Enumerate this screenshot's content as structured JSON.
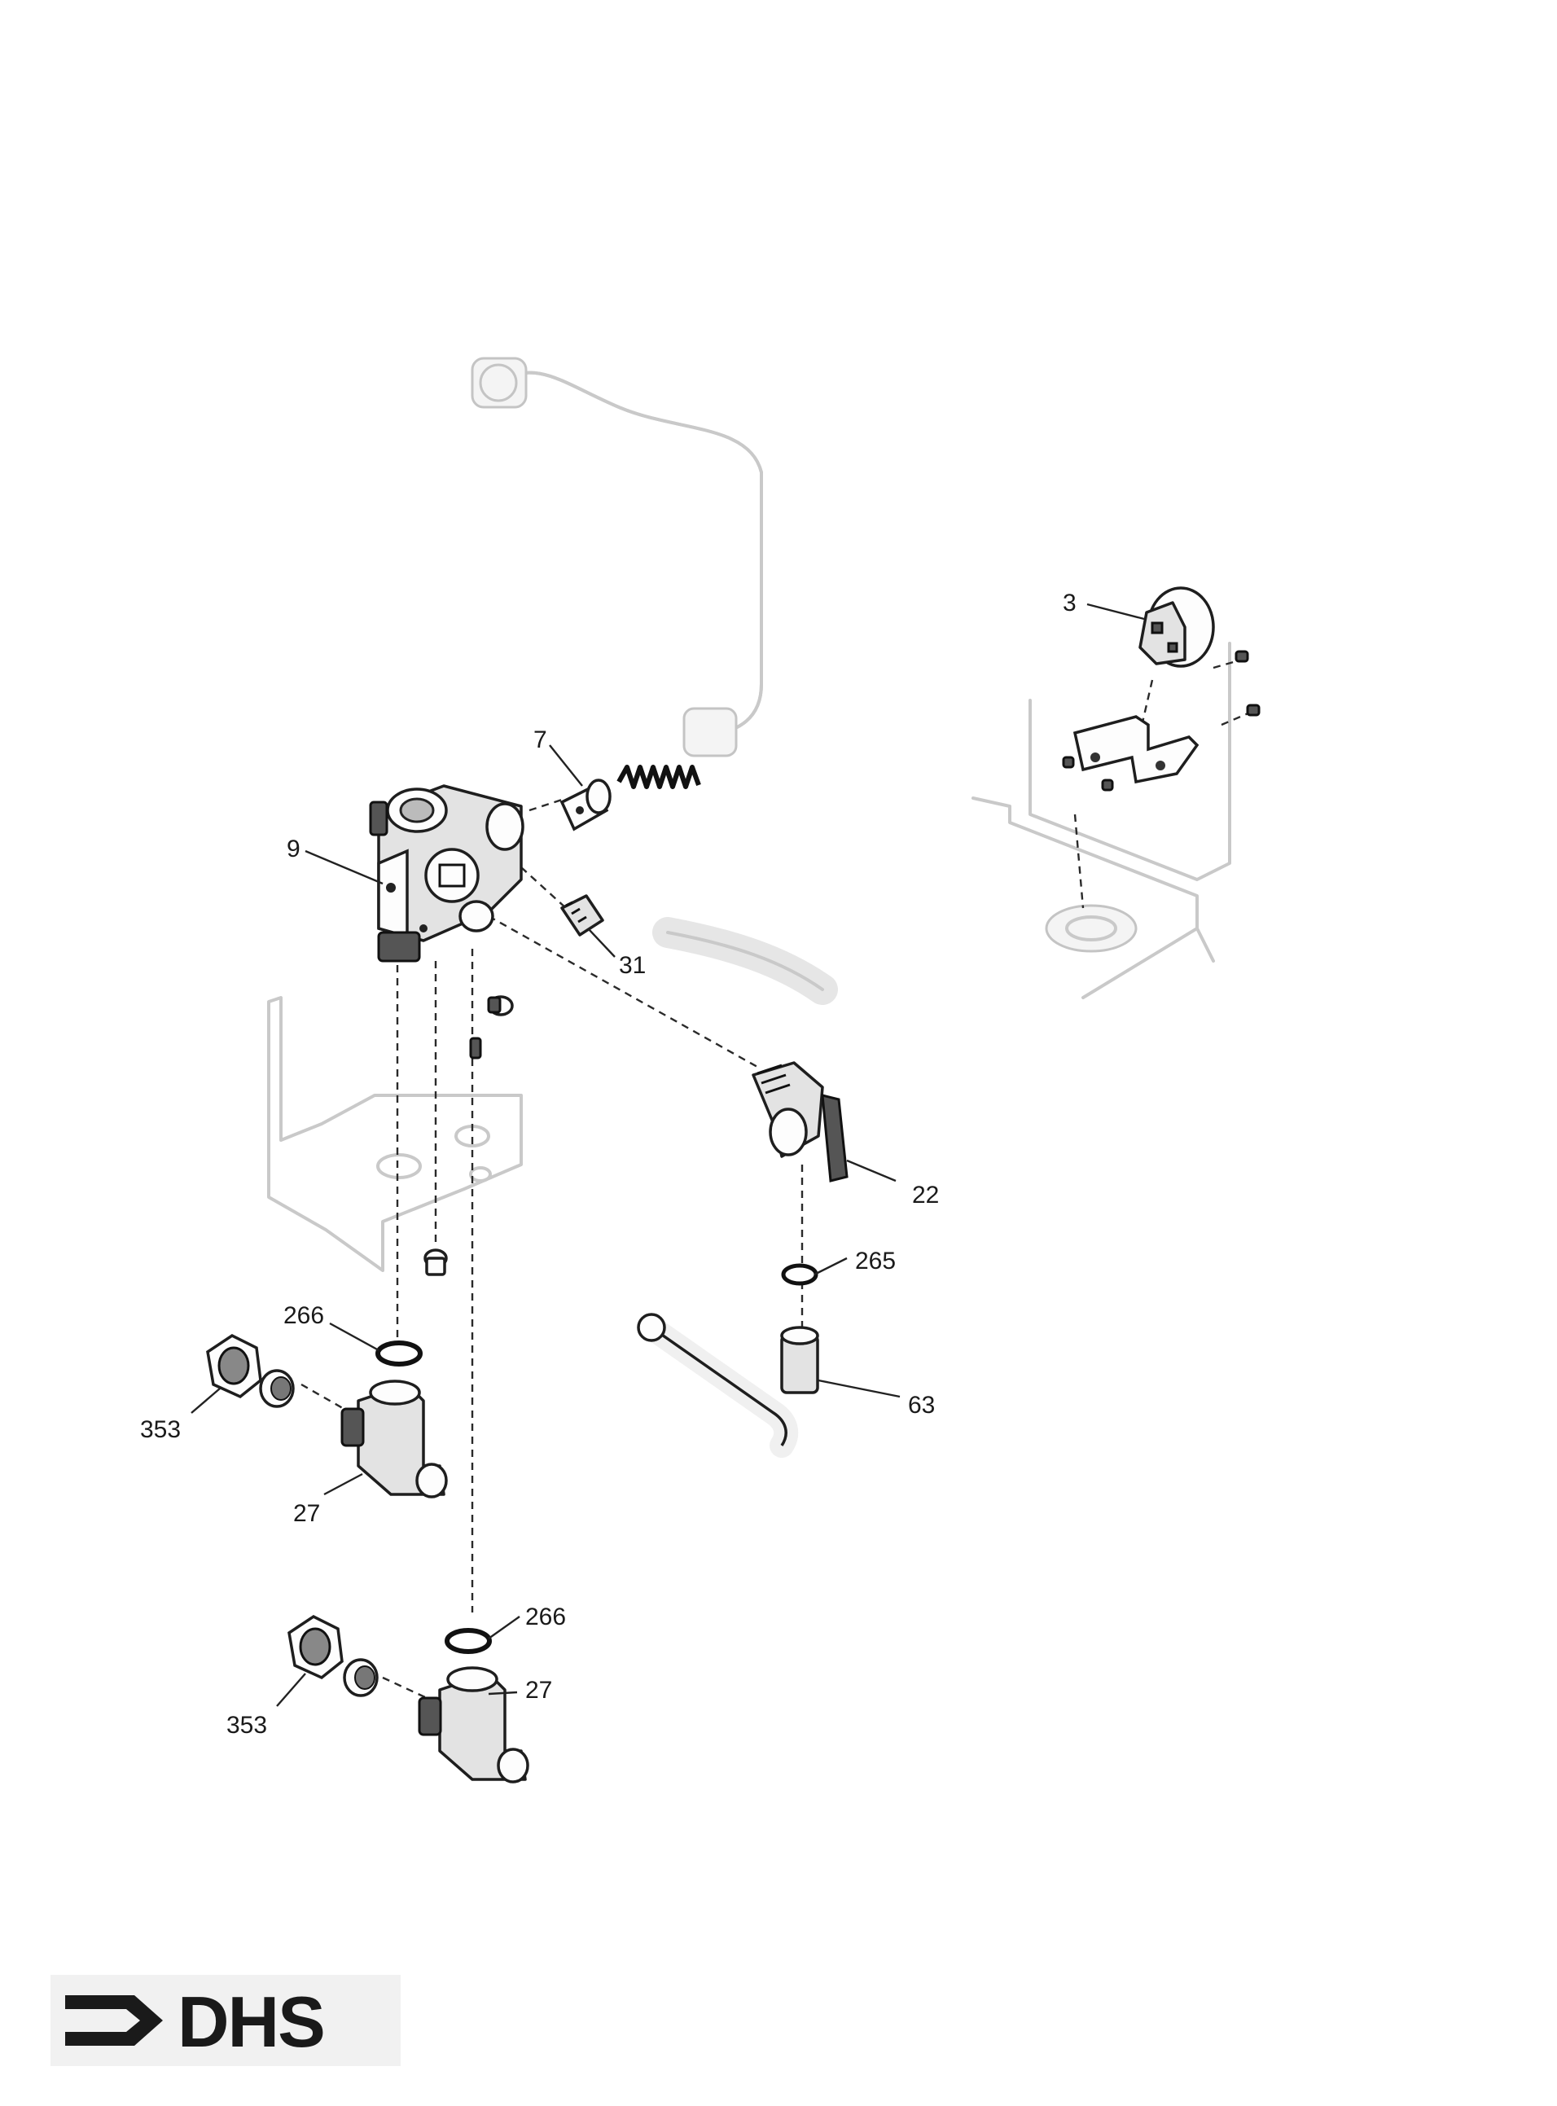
{
  "callouts": {
    "c3": "3",
    "c7": "7",
    "c9": "9",
    "c31": "31",
    "c22": "22",
    "c265": "265",
    "c266a": "266",
    "c63": "63",
    "c353a": "353",
    "c27a": "27",
    "c266b": "266",
    "c27b": "27",
    "c353b": "353"
  },
  "logo": {
    "text": "DHS"
  },
  "colors": {
    "line": "#1e1e1e",
    "ghost": "#c9c9c9",
    "part_fill": "#e3e3e3"
  }
}
